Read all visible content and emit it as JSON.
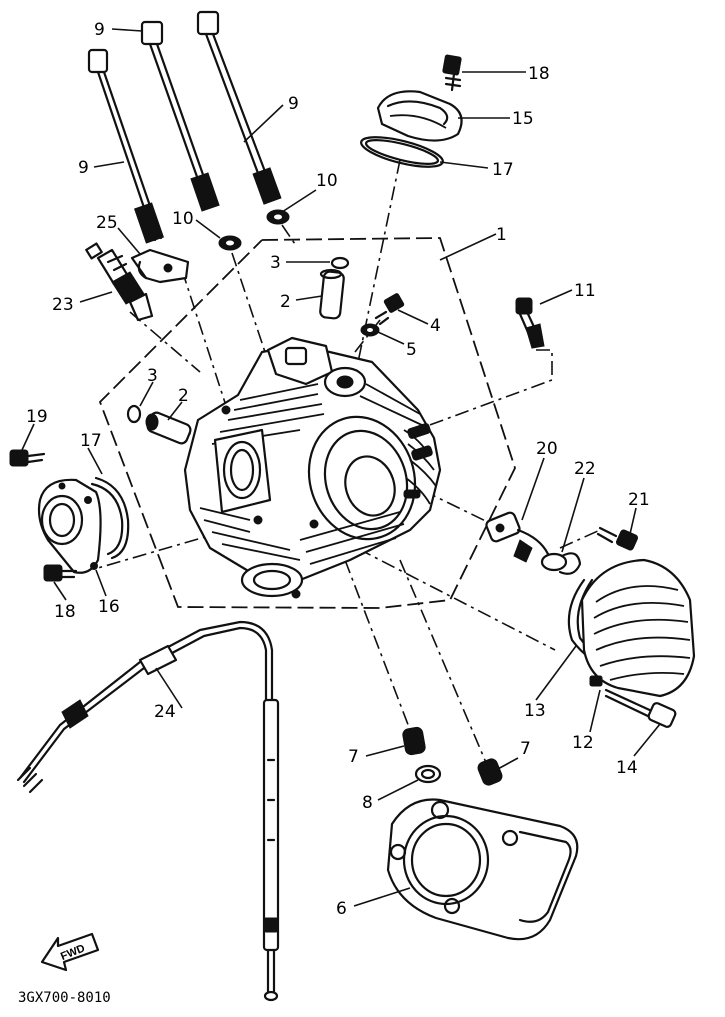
{
  "diagram_code": "3GX700-8010",
  "fwd_label": "FWD",
  "callouts": {
    "c9a": "9",
    "c9b": "9",
    "c9c": "9",
    "c18a": "18",
    "c15": "15",
    "c17a": "17",
    "c10a": "10",
    "c10b": "10",
    "c25": "25",
    "c1": "1",
    "c3a": "3",
    "c2a": "2",
    "c23": "23",
    "c4": "4",
    "c5": "5",
    "c11": "11",
    "c3b": "3",
    "c2b": "2",
    "c19": "19",
    "c17b": "17",
    "c20": "20",
    "c22": "22",
    "c21": "21",
    "c18b": "18",
    "c16": "16",
    "c24": "24",
    "c13": "13",
    "c12": "12",
    "c14": "14",
    "c7a": "7",
    "c7b": "7",
    "c8": "8",
    "c6": "6"
  }
}
